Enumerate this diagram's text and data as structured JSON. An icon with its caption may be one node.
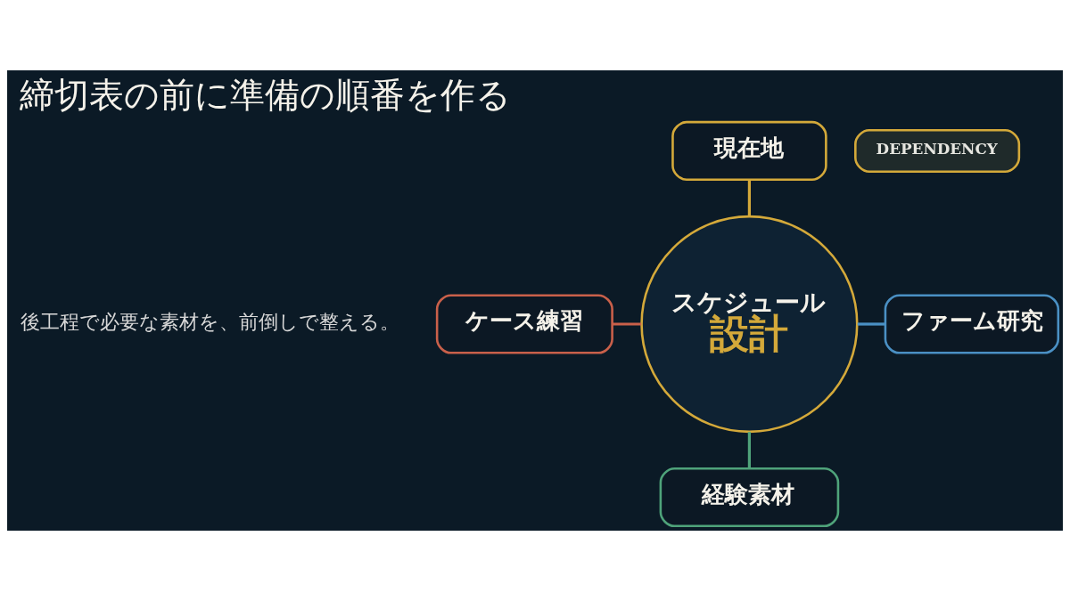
{
  "diagram": {
    "title": "締切表の前に準備の順番を作る",
    "nodes": [
      {
        "text": [
          "DEPENDENCY"
        ]
      },
      {
        "text": [
          "現在地"
        ]
      },
      {
        "text": [
          "ケース練習"
        ]
      },
      {
        "text": [
          "スケジュール",
          "設計"
        ]
      },
      {
        "text": [
          "ファーム研究"
        ]
      },
      {
        "text": [
          "経験素材"
        ]
      }
    ],
    "edges": [
      {
        "from": 1,
        "to": 3,
        "arrow": "none",
        "color": "#d4a93a"
      },
      {
        "from": 2,
        "to": 3,
        "arrow": "none",
        "color": "#c9604a"
      },
      {
        "from": 3,
        "to": 4,
        "arrow": "none",
        "color": "#4a90c4"
      },
      {
        "from": 3,
        "to": 5,
        "arrow": "none",
        "color": "#4fa37a"
      }
    ],
    "labels": [
      "後工程で必要な素材を、前倒しで整える。"
    ]
  }
}
